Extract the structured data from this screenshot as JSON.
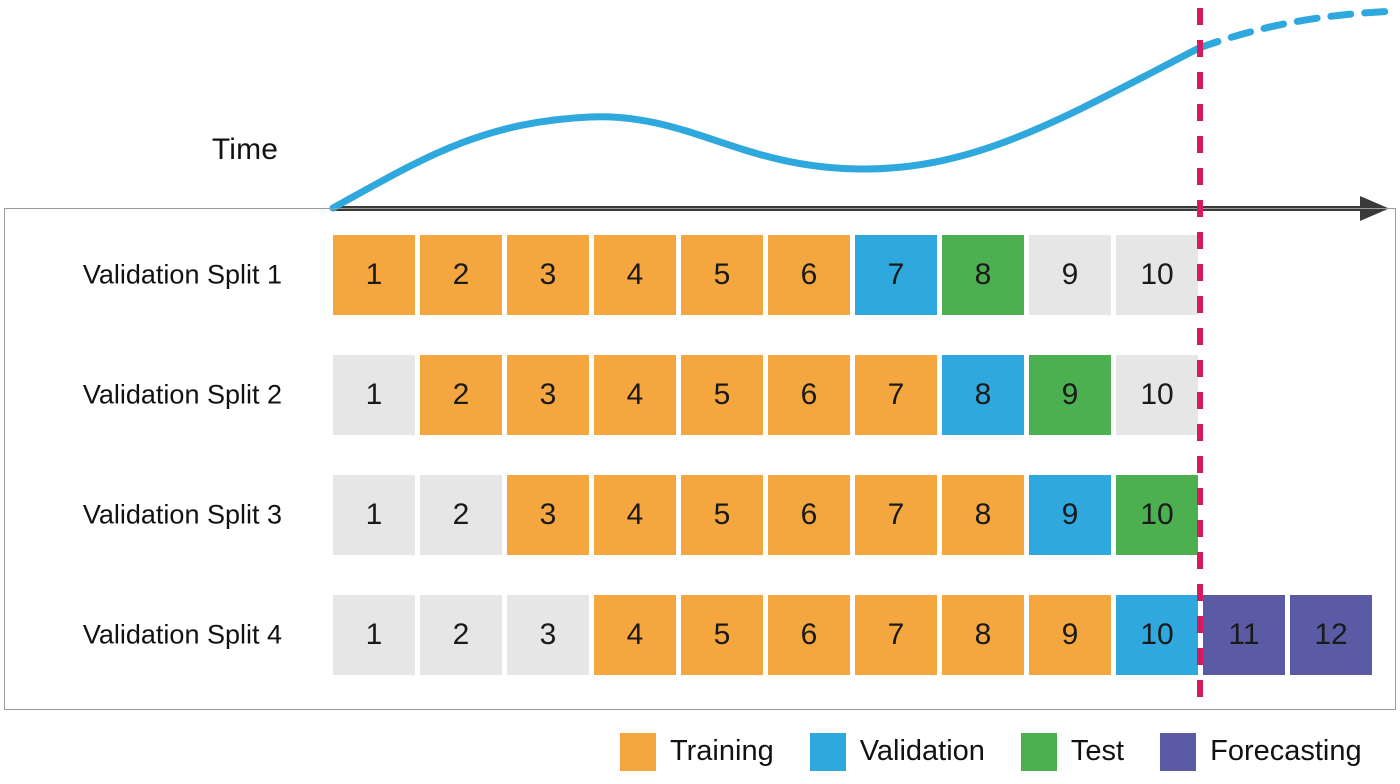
{
  "diagram": {
    "time_axis_label": "Time",
    "axis_arrow": "right-arrow"
  },
  "colors": {
    "training": "#F5A73F",
    "validation": "#2FA8DE",
    "test": "#4CAF50",
    "forecasting": "#5B5BA5",
    "unused": "#E6E6E6",
    "cutoff_line": "#D81B60",
    "curve": "#2FA8DE",
    "axis": "#3A3A3A",
    "frame": "#9B9B9B"
  },
  "rows": [
    {
      "label": "Validation Split 1",
      "cells": [
        {
          "value": "1",
          "role": "training"
        },
        {
          "value": "2",
          "role": "training"
        },
        {
          "value": "3",
          "role": "training"
        },
        {
          "value": "4",
          "role": "training"
        },
        {
          "value": "5",
          "role": "training"
        },
        {
          "value": "6",
          "role": "training"
        },
        {
          "value": "7",
          "role": "validation"
        },
        {
          "value": "8",
          "role": "test"
        },
        {
          "value": "9",
          "role": "unused"
        },
        {
          "value": "10",
          "role": "unused"
        }
      ]
    },
    {
      "label": "Validation Split 2",
      "cells": [
        {
          "value": "1",
          "role": "unused"
        },
        {
          "value": "2",
          "role": "training"
        },
        {
          "value": "3",
          "role": "training"
        },
        {
          "value": "4",
          "role": "training"
        },
        {
          "value": "5",
          "role": "training"
        },
        {
          "value": "6",
          "role": "training"
        },
        {
          "value": "7",
          "role": "training"
        },
        {
          "value": "8",
          "role": "validation"
        },
        {
          "value": "9",
          "role": "test"
        },
        {
          "value": "10",
          "role": "unused"
        }
      ]
    },
    {
      "label": "Validation Split 3",
      "cells": [
        {
          "value": "1",
          "role": "unused"
        },
        {
          "value": "2",
          "role": "unused"
        },
        {
          "value": "3",
          "role": "training"
        },
        {
          "value": "4",
          "role": "training"
        },
        {
          "value": "5",
          "role": "training"
        },
        {
          "value": "6",
          "role": "training"
        },
        {
          "value": "7",
          "role": "training"
        },
        {
          "value": "8",
          "role": "training"
        },
        {
          "value": "9",
          "role": "validation"
        },
        {
          "value": "10",
          "role": "test"
        }
      ]
    },
    {
      "label": "Validation Split 4",
      "cells": [
        {
          "value": "1",
          "role": "unused"
        },
        {
          "value": "2",
          "role": "unused"
        },
        {
          "value": "3",
          "role": "unused"
        },
        {
          "value": "4",
          "role": "training"
        },
        {
          "value": "5",
          "role": "training"
        },
        {
          "value": "6",
          "role": "training"
        },
        {
          "value": "7",
          "role": "training"
        },
        {
          "value": "8",
          "role": "training"
        },
        {
          "value": "9",
          "role": "training"
        },
        {
          "value": "10",
          "role": "validation"
        },
        {
          "value": "11",
          "role": "forecasting"
        },
        {
          "value": "12",
          "role": "forecasting"
        }
      ]
    }
  ],
  "legend": [
    {
      "label": "Training",
      "role": "training"
    },
    {
      "label": "Validation",
      "role": "validation"
    },
    {
      "label": "Test",
      "role": "test"
    },
    {
      "label": "Forecasting",
      "role": "forecasting"
    }
  ]
}
